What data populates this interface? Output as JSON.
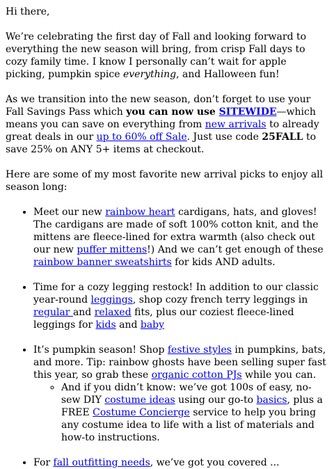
{
  "greeting": "Hi there,",
  "intro": {
    "text_1": "We’re celebrating the first day of Fall and looking forward to everything the new season will bring, from crisp Fall days to cozy family time. I know I personally can’t wait for apple picking, pumpkin spice ",
    "emphasis": "everything",
    "text_2": ", and Halloween fun!"
  },
  "savings": {
    "text_1": "As we transition into the new season, don’t forget to use your Fall Savings Pass which ",
    "bold": "you can now use ",
    "link_sitewide": "SITEWIDE",
    "text_2": "—which means you can save on everything from ",
    "link_new_arrivals": "new arrivals",
    "text_3": " to already great deals in our ",
    "link_sale": "up to 60% off Sale",
    "text_4": ". Just use code ",
    "code": "25FALL",
    "text_5": " to save 25% on ANY 5+ items at checkout."
  },
  "picks_intro": "Here are some of my most favorite new arrival picks to enjoy all season long:",
  "items": {
    "rainbow": {
      "t1": "Meet our new ",
      "l1": "rainbow heart",
      "t2": " cardigans, hats, and gloves! The cardigans are made of soft 100% cotton knit, and the mittens are fleece-lined for extra warmth (also check out our new ",
      "l2": "puffer mittens",
      "t3": "!) And we can’t get enough of these ",
      "l3": "rainbow banner sweatshirts",
      "t4": " for kids AND adults."
    },
    "legging": {
      "t1": "Time for a cozy legging restock! In addition to our classic year-round ",
      "l1": "leggings",
      "t2": ", shop cozy french terry leggings in ",
      "l2": "regular ",
      "t3": "and ",
      "l3": "relaxed",
      "t4": " fits, plus our coziest fleece-lined leggings for ",
      "l4": "kids",
      "t5": " and ",
      "l5": "baby"
    },
    "pumpkin": {
      "t1": "It’s pumpkin season! Shop ",
      "l1": "festive styles",
      "t2": " in pumpkins, bats, and more. Tip: rainbow ghosts have been selling super fast this year, so grab these ",
      "l2": "organic cotton PJs",
      "t3": " while you can."
    },
    "costume": {
      "t1": "And if you didn’t know: we’ve got 100s of easy, no-sew DIY ",
      "l1": "costume ideas",
      "t2": " using our go-to ",
      "l2": "basics",
      "t3": ", plus a FREE ",
      "l3": "Costume Concierge",
      "t4": " service to help you bring any costume idea to life with a list of materials and how-to instructions."
    },
    "cutoff": {
      "t1": "For ",
      "l1": "fall outfitting needs",
      "t2": ", we’ve got you covered ..."
    }
  }
}
